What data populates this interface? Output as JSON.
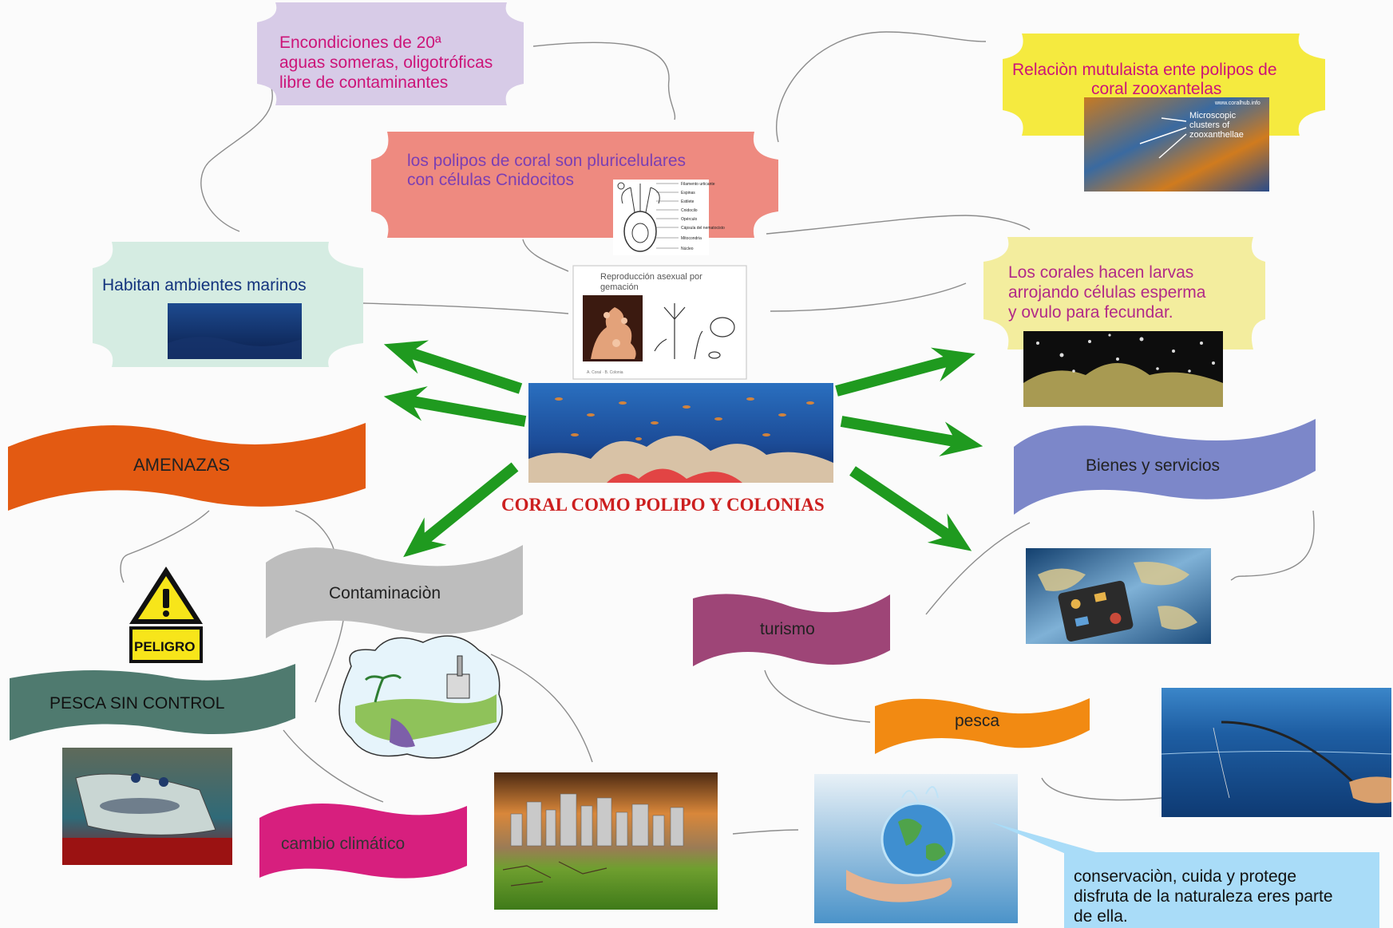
{
  "title": "CORAL COMO POLIPO Y COLONIAS",
  "nodes": {
    "condiciones": [
      "Encondiciones de 20ª",
      "aguas someras, oligotróficas",
      "libre de contaminantes"
    ],
    "polipos": [
      "los polipos de coral son pluricelulares",
      "con células Cnidocitos"
    ],
    "habitan": "Habitan ambientes marinos",
    "mutualismo": [
      "Relaciòn mutulaista ente polipos de",
      "coral zooxantelas"
    ],
    "larvas": [
      "Los corales hacen larvas",
      "arrojando células esperma",
      "y ovulo para fecundar."
    ],
    "amenazas": "AMENAZAS",
    "bienes": "Bienes y servicios",
    "contaminacion": "Contaminaciòn",
    "pesca_sin_control": "PESCA SIN CONTROL",
    "cambio": "cambio climático",
    "turismo": "turismo",
    "pesca": "pesca",
    "conservacion": [
      "conservaciòn, cuida y protege",
      "disfruta de la naturaleza eres parte",
      "de ella."
    ],
    "peligro": "PELIGRO"
  },
  "images": {
    "zoox_site": "www.coralhub.info",
    "zoox_caption": [
      "Microscopic",
      "clusters of",
      "zooxanthellae"
    ],
    "cnido_labels": [
      "Filamento urticante",
      "Espinas",
      "Estilete",
      "Cnidocilo",
      "Opérculo",
      "Cápsula del nematocisto",
      "Mitocondria",
      "Núcleo"
    ],
    "repro_caption": [
      "Reproducción asexual por",
      "gemación"
    ]
  },
  "colors": {
    "arrow": "#1f9a1f",
    "title": "#cc1f1f",
    "amenazas": "#e35a12",
    "bienes": "#7c87c9",
    "contaminacion": "#bdbdbd",
    "pesca_sin_control": "#4f7a6f",
    "cambio": "#d71f7e",
    "turismo": "#9e4577",
    "pesca": "#f28a12",
    "conservacion": "#a9dcf8"
  }
}
